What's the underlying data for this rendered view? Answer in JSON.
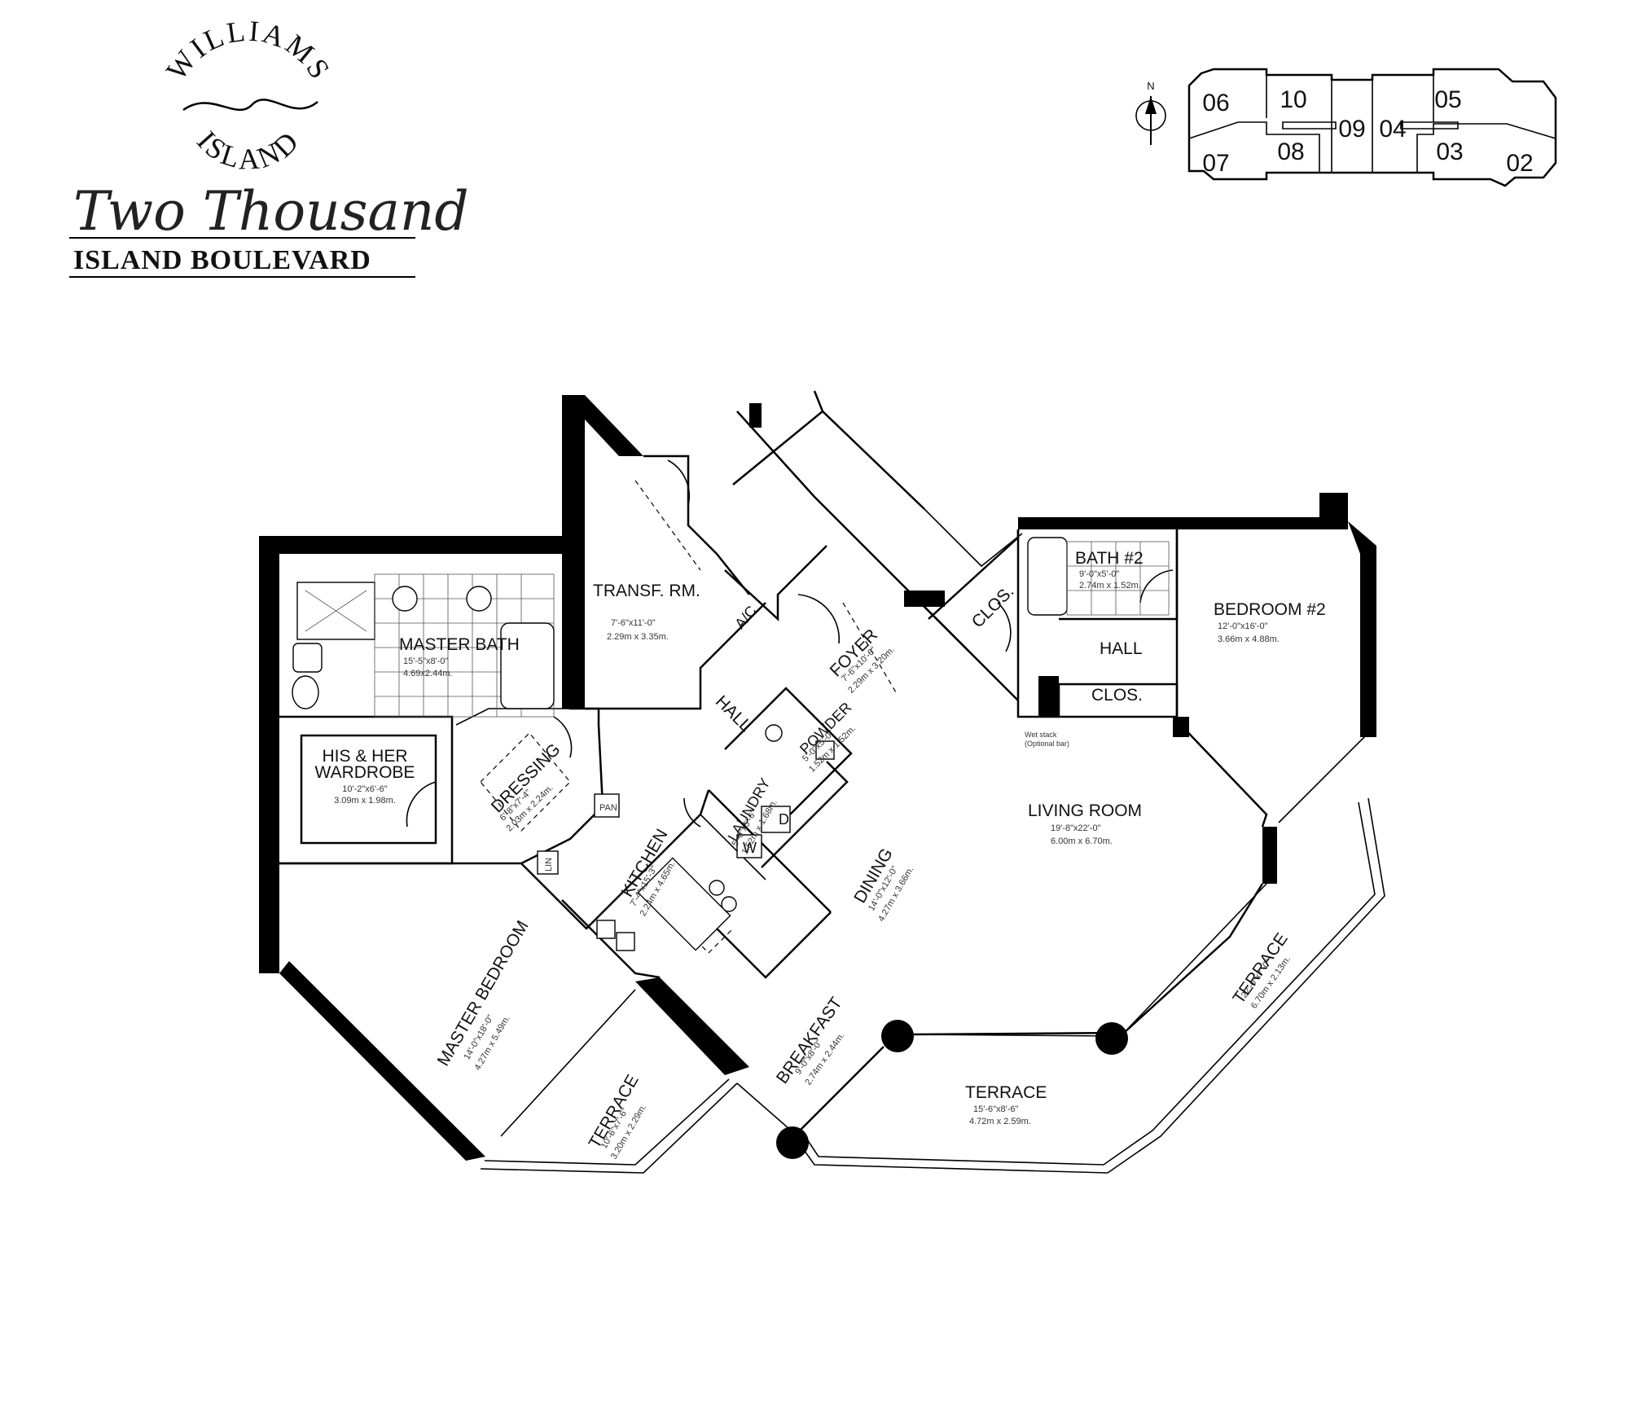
{
  "logo": {
    "top_line": "WILLIAMS",
    "second_line": "ISLAND",
    "script_line": "Two Thousand",
    "boulevard": "ISLAND BOULEVARD"
  },
  "key_plan": {
    "north_label": "N",
    "units": [
      "06",
      "10",
      "05",
      "07",
      "08",
      "09",
      "04",
      "03",
      "02"
    ]
  },
  "rooms": {
    "master_bath": {
      "name": "MASTER BATH",
      "dim": "15'-5\"x8'-0\"",
      "metric": "4.69x2.44m."
    },
    "transf_rm": {
      "name": "TRANSF. RM.",
      "dim": "7'-6\"x11'-0\"",
      "metric": "2.29m x 3.35m."
    },
    "ac": {
      "name": "A/C"
    },
    "foyer": {
      "name": "FOYER",
      "dim": "7'-6\"x10'-6\"",
      "metric": "2.29m x 3.20m."
    },
    "clos_1": {
      "name": "CLOS."
    },
    "bath_2": {
      "name": "BATH #2",
      "dim": "9'-0\"x5'-0\"",
      "metric": "2.74m x 1.52m."
    },
    "bedroom_2": {
      "name": "BEDROOM #2",
      "dim": "12'-0\"x16'-0\"",
      "metric": "3.66m x 4.88m."
    },
    "hall_2": {
      "name": "HALL"
    },
    "clos_2": {
      "name": "CLOS."
    },
    "wardrobe": {
      "name_line1": "HIS & HER",
      "name_line2": "WARDROBE",
      "dim": "10'-2\"x6'-6\"",
      "metric": "3.09m x 1.98m."
    },
    "dressing": {
      "name": "DRESSING",
      "dim": "6'-8\"x7'-4\"",
      "metric": "2.03m x 2.24m."
    },
    "hall_1": {
      "name": "HALL"
    },
    "powder": {
      "name": "POWDER",
      "dim": "5'-0\"x5'-0\"",
      "metric": "1.52m x 1.52m."
    },
    "laundry": {
      "name": "LAUNDRY",
      "dim": "5'-0\"x5'-6\"",
      "metric": "1.52m x 1.68m."
    },
    "pan": {
      "name": "PAN"
    },
    "lin": {
      "name": "LIN"
    },
    "wd_w": {
      "name": "W"
    },
    "wd_d": {
      "name": "D"
    },
    "kitchen": {
      "name": "KITCHEN",
      "dim": "7'-4\"x15'-3\"",
      "metric": "2.24m x 4.65m."
    },
    "living_room": {
      "name": "LIVING ROOM",
      "dim": "19'-8\"x22'-0\"",
      "metric": "6.00m x 6.70m."
    },
    "dining": {
      "name": "DINING",
      "dim": "14'-0\"x12'-0\"",
      "metric": "4.27m x 3.66m."
    },
    "master_bedroom": {
      "name": "MASTER BEDROOM",
      "dim": "14'-0\"x18'-0\"",
      "metric": "4.27m x 5.49m."
    },
    "breakfast": {
      "name": "BREAKFAST",
      "dim": "9'-0\"x8'-0\"",
      "metric": "2.74m x 2.44m."
    },
    "terrace_1": {
      "name": "TERRACE",
      "dim": "10'-6\"x7'-6\"",
      "metric": "3.20m x 2.29m."
    },
    "terrace_2": {
      "name": "TERRACE",
      "dim": "15'-6\"x8'-6\"",
      "metric": "4.72m x 2.59m."
    },
    "terrace_3": {
      "name": "TERRACE",
      "dim": "22'-0\"x7'-0\"",
      "metric": "6.70m x 2.13m."
    }
  },
  "notes": {
    "wet_stack": "Wet stack",
    "wet_stack_sub": "(Optional bar)"
  }
}
